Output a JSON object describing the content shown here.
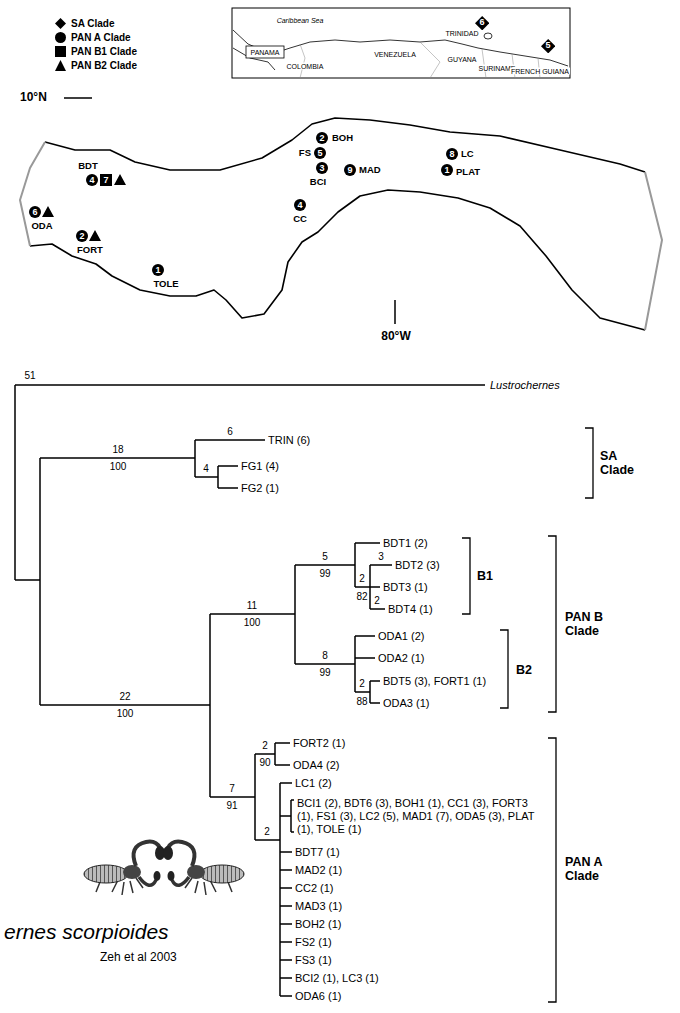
{
  "diagram": {
    "nodes": [
      {
        "text": [
          "6"
        ]
      },
      {
        "text": [
          "5"
        ]
      },
      {
        "text": [
          "2"
        ]
      },
      {
        "text": [
          "5"
        ]
      },
      {
        "text": [
          "4"
        ]
      },
      {
        "text": [
          "7"
        ]
      },
      {
        "text": [
          "8"
        ]
      },
      {
        "text": [
          "1"
        ]
      },
      {
        "text": [
          "3"
        ]
      },
      {
        "text": [
          "9"
        ]
      },
      {
        "text": [
          "6"
        ]
      },
      {
        "text": [
          "2"
        ]
      },
      {
        "text": [
          "4"
        ]
      },
      {
        "text": [
          "1"
        ]
      }
    ],
    "labels": [
      "10°N",
      "80°W",
      "Caribbean Sea",
      "PANAMA",
      "COLOMBIA",
      "VENEZUELA",
      "TRINIDAD",
      "GUYANA",
      "SURINAME",
      "FRENCH GUIANA",
      "BDT",
      "ODA",
      "FORT",
      "TOLE",
      "BOH",
      "FS",
      "BCI",
      "MAD",
      "CC",
      "LC",
      "PLAT",
      "51",
      "Lustrochernes",
      "18",
      "100",
      "6",
      "TRIN (6)",
      "4",
      "FG1 (4)",
      "FG2 (1)",
      "22",
      "100",
      "11",
      "100",
      "5",
      "99",
      "BDT1 (2)",
      "3",
      "BDT2 (3)",
      "2",
      "82",
      "BDT3 (1)",
      "2",
      "BDT4 (1)",
      "8",
      "99",
      "ODA1 (2)",
      "ODA2 (1)",
      "2",
      "88",
      "BDT5 (3), FORT1 (1)",
      "ODA3 (1)",
      "7",
      "91",
      "2",
      "90",
      "FORT2 (1)",
      "ODA4 (2)",
      "LC1 (2)",
      "2",
      "BCI1 (2), BDT6 (3), BOH1 (1), CC1 (3), FORT3 (1), FS1 (3), LC2 (5), MAD1 (7), ODA5 (3), PLAT (1), TOLE (1)",
      "BDT7 (1)",
      "MAD2 (1)",
      "CC2 (1)",
      "MAD3 (1)",
      "BOH2 (1)",
      "FS2 (1)",
      "FS3 (1)",
      "BCI2 (1), LC3 (1)",
      "ODA6 (1)",
      "SA Clade",
      "B1",
      "B2",
      "PAN B Clade",
      "PAN A Clade",
      "ernes scorpioides",
      "Zeh et al 2003"
    ],
    "legend": [
      {
        "text": "SA Clade"
      },
      {
        "text": "PAN A Clade"
      },
      {
        "text": "PAN B1 Clade"
      },
      {
        "text": "PAN B2 Clade"
      }
    ]
  }
}
